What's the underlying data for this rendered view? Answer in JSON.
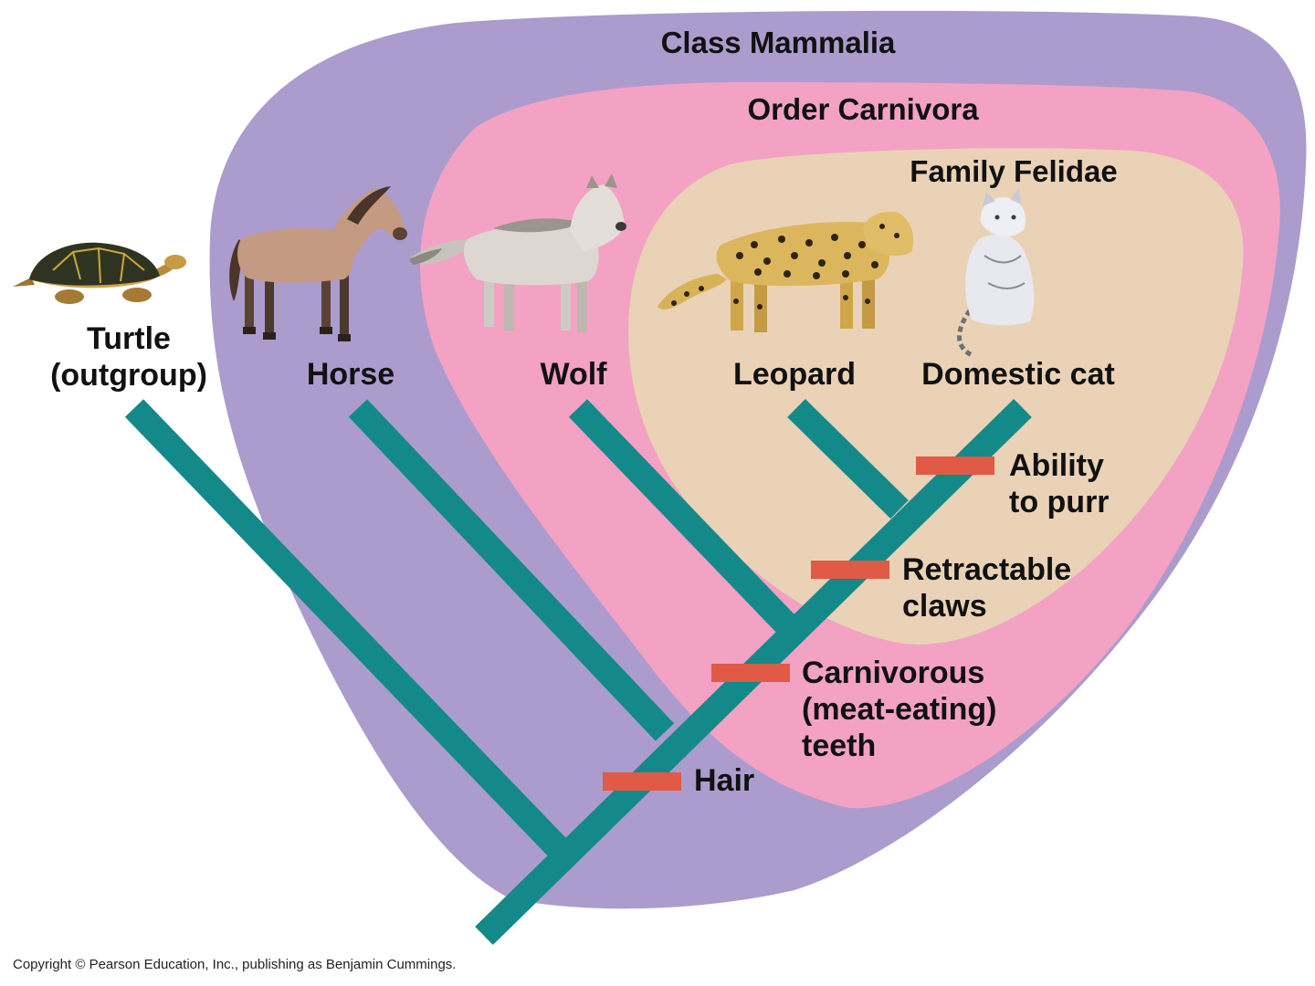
{
  "groups": {
    "mammalia": "Class Mammalia",
    "carnivora": "Order Carnivora",
    "felidae": "Family Felidae"
  },
  "taxa": {
    "turtle_line1": "Turtle",
    "turtle_line2": "(outgroup)",
    "horse": "Horse",
    "wolf": "Wolf",
    "leopard": "Leopard",
    "cat": "Domestic cat"
  },
  "traits": {
    "hair": "Hair",
    "carnivorous_line1": "Carnivorous",
    "carnivorous_line2": "(meat-eating)",
    "carnivorous_line3": "teeth",
    "claws_line1": "Retractable",
    "claws_line2": "claws",
    "purr_line1": "Ability",
    "purr_line2": "to purr"
  },
  "copyright": "Copyright © Pearson Education, Inc., publishing as Benjamin Cummings.",
  "colors": {
    "mammalia": "#ab9ccd",
    "carnivora": "#f3a2c4",
    "felidae": "#ead2b6",
    "branch": "#13898a",
    "trait_marker": "#e05a45"
  }
}
